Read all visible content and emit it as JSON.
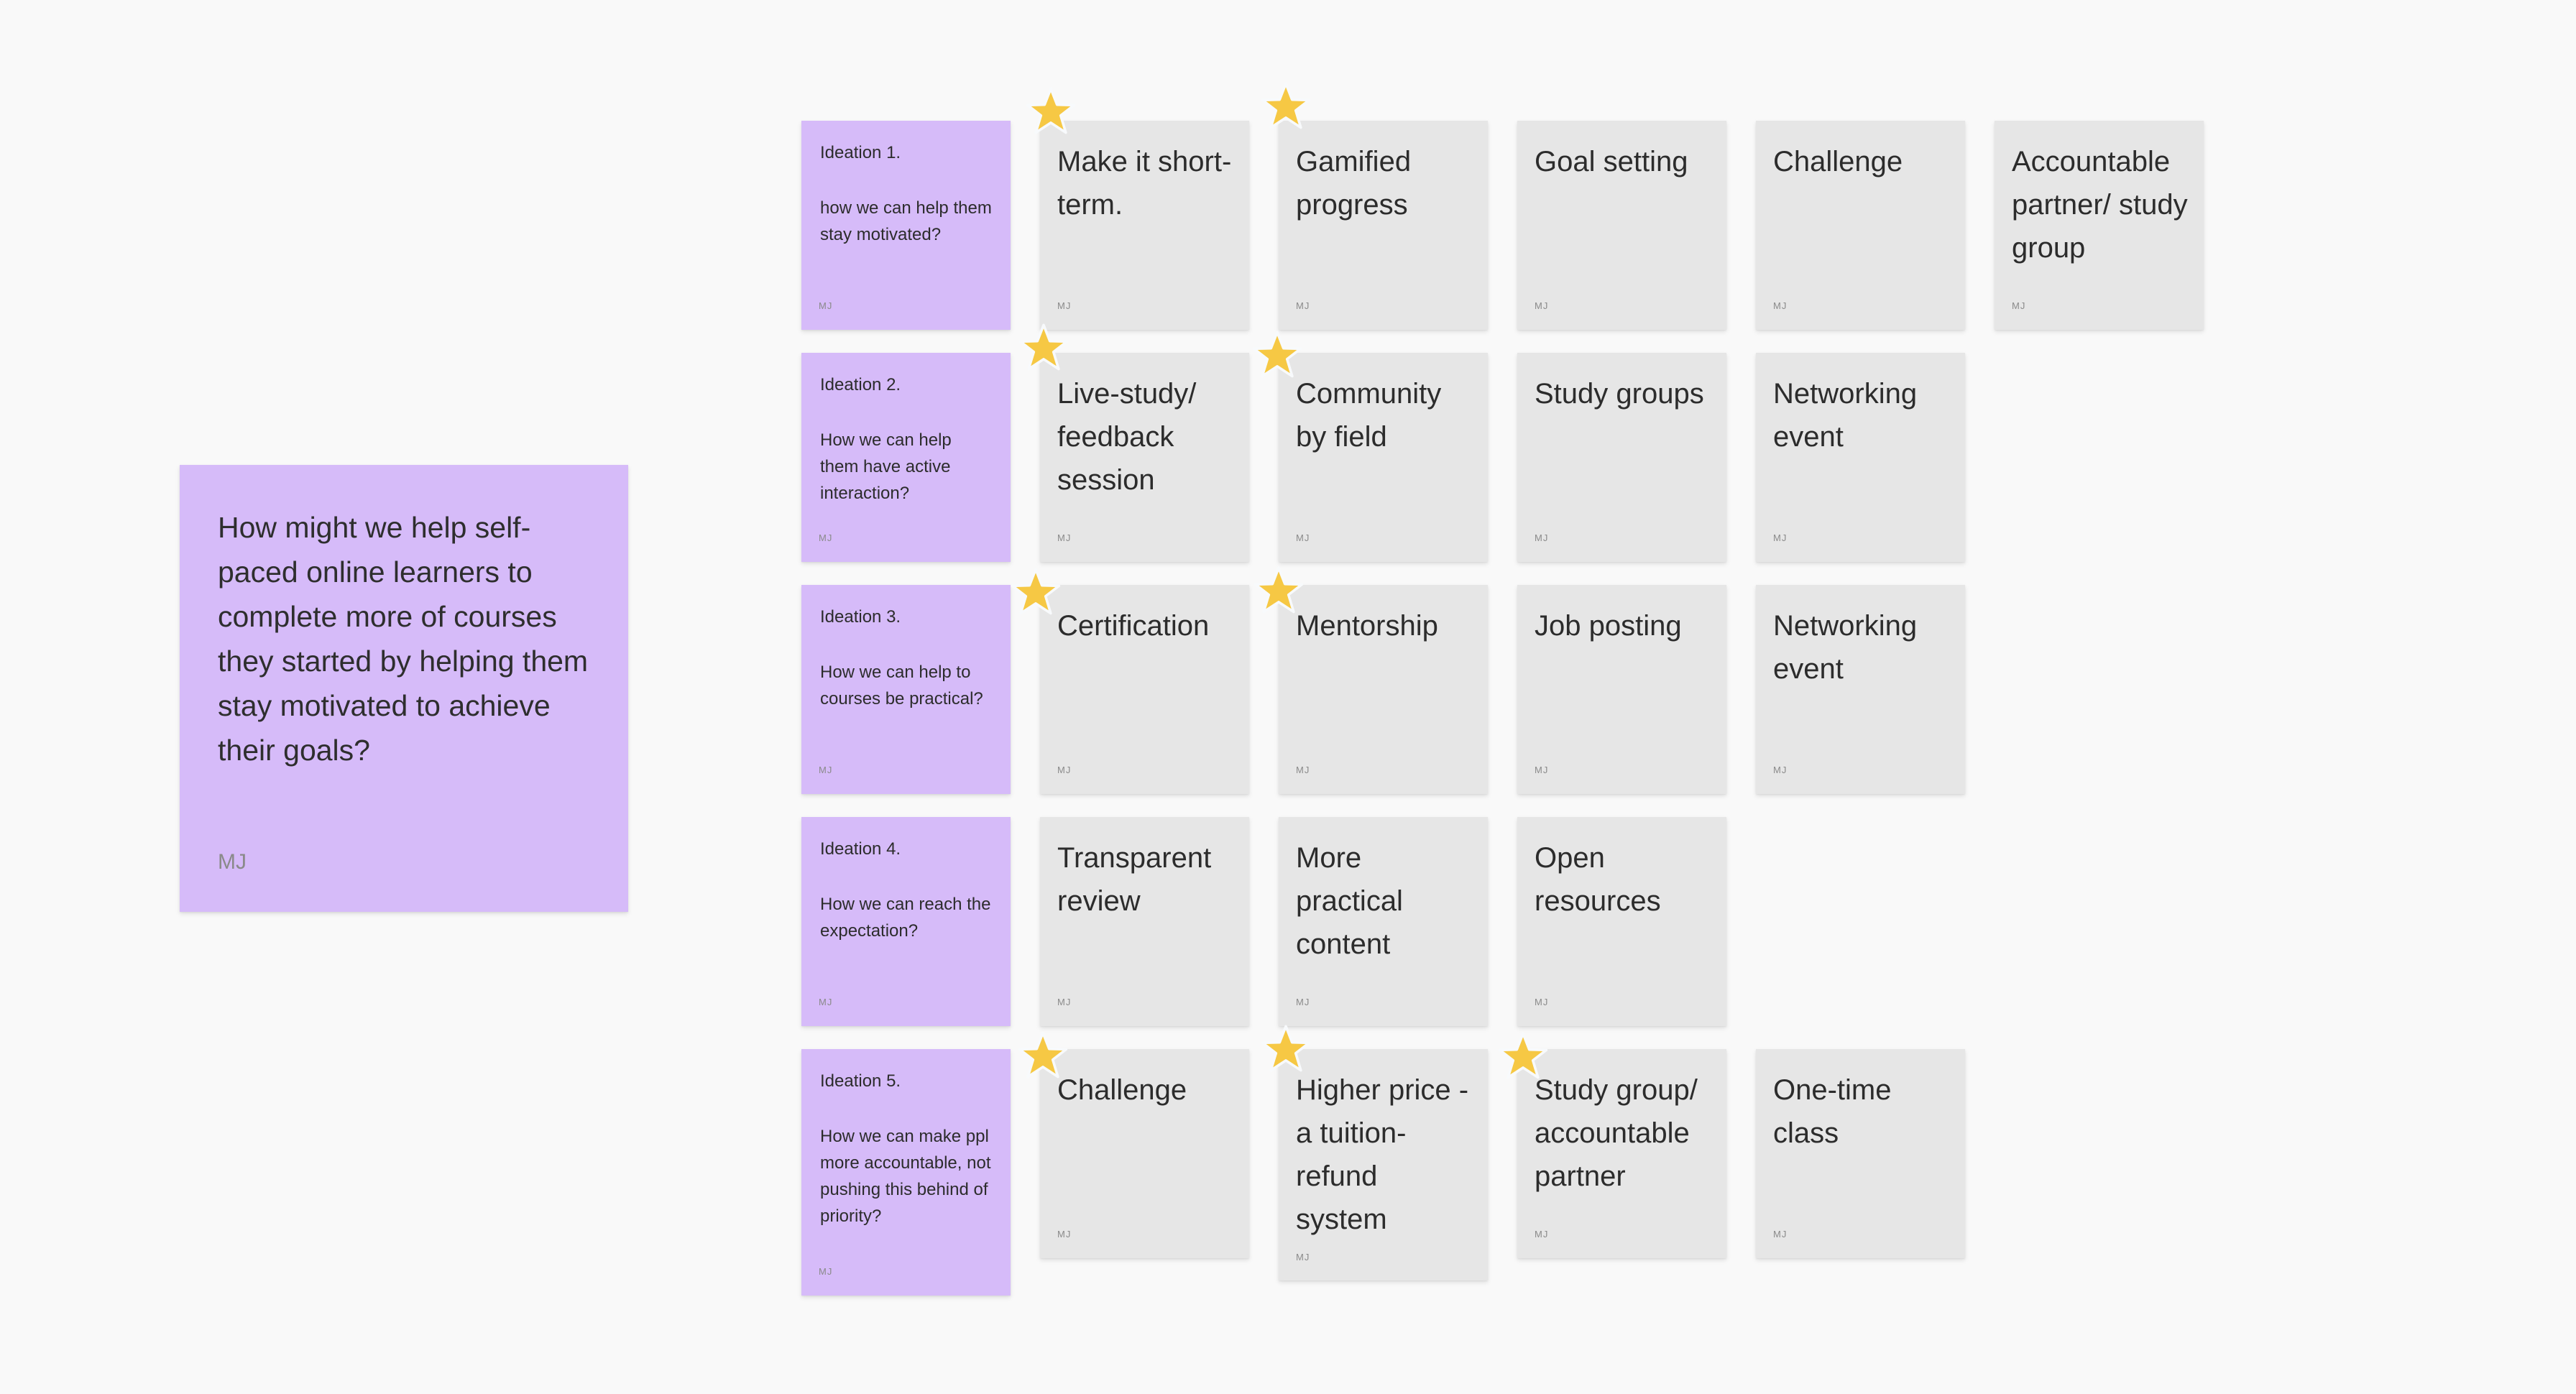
{
  "problem": {
    "text": "How might we help self-paced online learners to complete more of courses they started by helping them stay motivated to achieve their goals?",
    "author": "MJ"
  },
  "ideations": [
    {
      "title": "Ideation 1.",
      "question": "how we can help them stay motivated?",
      "author": "MJ"
    },
    {
      "title": "Ideation 2.",
      "question": "How we can help them have active interaction?",
      "author": "MJ"
    },
    {
      "title": "Ideation 3.",
      "question": "How we can help to courses be practical?",
      "author": "MJ"
    },
    {
      "title": "Ideation 4.",
      "question": "How we can reach the expectation?",
      "author": "MJ"
    },
    {
      "title": "Ideation 5.",
      "question": "How we can make ppl more accountable, not pushing this behind of priority?",
      "author": "MJ"
    }
  ],
  "rows": [
    [
      {
        "text": "Make it short-term.",
        "author": "MJ",
        "starred": true
      },
      {
        "text": "Gamified progress",
        "author": "MJ",
        "starred": true
      },
      {
        "text": "Goal setting",
        "author": "MJ",
        "starred": false
      },
      {
        "text": "Challenge",
        "author": "MJ",
        "starred": false
      },
      {
        "text": "Accountable partner/ study group",
        "author": "MJ",
        "starred": false
      }
    ],
    [
      {
        "text": "Live-study/ feedback session",
        "author": "MJ",
        "starred": true
      },
      {
        "text": "Community by field",
        "author": "MJ",
        "starred": true
      },
      {
        "text": "Study groups",
        "author": "MJ",
        "starred": false
      },
      {
        "text": "Networking event",
        "author": "MJ",
        "starred": false
      }
    ],
    [
      {
        "text": "Certification",
        "author": "MJ",
        "starred": true
      },
      {
        "text": "Mentorship",
        "author": "MJ",
        "starred": true
      },
      {
        "text": "Job posting",
        "author": "MJ",
        "starred": false
      },
      {
        "text": "Networking event",
        "author": "MJ",
        "starred": false
      }
    ],
    [
      {
        "text": "Transparent review",
        "author": "MJ",
        "starred": false
      },
      {
        "text": "More practical content",
        "author": "MJ",
        "starred": false
      },
      {
        "text": "Open resources",
        "author": "MJ",
        "starred": false
      }
    ],
    [
      {
        "text": "Challenge",
        "author": "MJ",
        "starred": true
      },
      {
        "text": "Higher price - a tuition-refund system",
        "author": "MJ",
        "starred": true
      },
      {
        "text": "Study group/ accountable partner",
        "author": "MJ",
        "starred": true
      },
      {
        "text": "One-time class",
        "author": "MJ",
        "starred": false
      }
    ]
  ],
  "colors": {
    "purple_note": "#d6bbf9",
    "gray_note": "#e6e6e6",
    "star": "#f6c844",
    "canvas": "#f9f9f9"
  }
}
